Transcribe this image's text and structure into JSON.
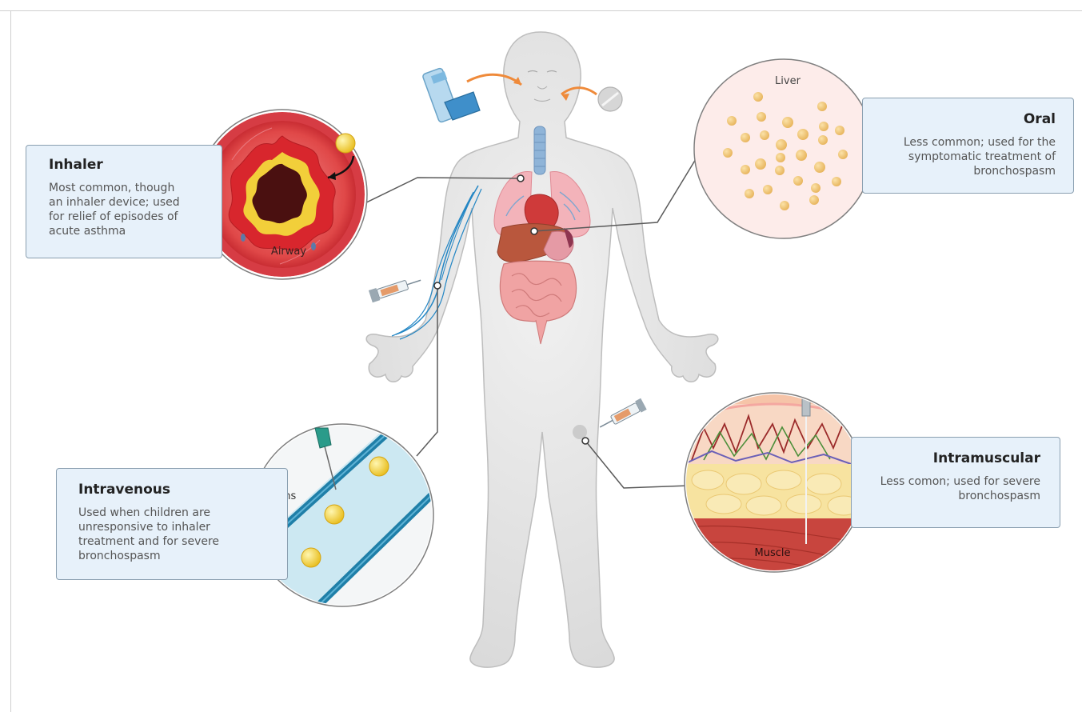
{
  "routes": {
    "inhaler": {
      "title": "Inhaler",
      "description": "Most common, though an inhaler device; used for relief of episodes of acute asthma",
      "inset_label": "Airway"
    },
    "oral": {
      "title": "Oral",
      "description": "Less common; used for the symptomatic treatment of bronchospasm",
      "inset_label": "Liver"
    },
    "intravenous": {
      "title": "Intravenous",
      "description": "Used when children are unresponsive to inhaler treatment and for severe bronchospasm",
      "inset_label": "Veins"
    },
    "intramuscular": {
      "title": "Intramuscular",
      "description": "Less comon; used for severe bronchospasm",
      "inset_label": "Muscle"
    }
  },
  "colors": {
    "card_fill": "#e7f1fa",
    "card_border": "#8a9fb0",
    "airway_red": "#d9323b",
    "drug_yellow": "#f2d23c",
    "vein_blue": "#1f7fa8",
    "arrow_orange": "#ef8a3a",
    "body_gray": "#e6e6e6"
  },
  "icons": [
    "inhaler-icon",
    "pill-icon",
    "syringe-icon",
    "needle-icon"
  ]
}
